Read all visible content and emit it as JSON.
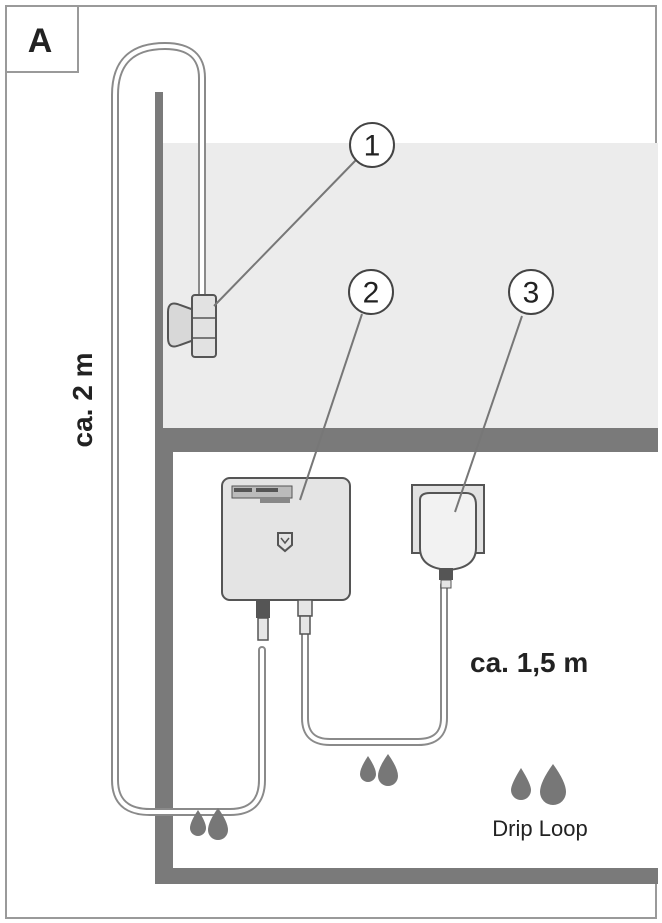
{
  "panel_label": "A",
  "callouts": [
    {
      "number": "1",
      "target": "sensor"
    },
    {
      "number": "2",
      "target": "controller"
    },
    {
      "number": "3",
      "target": "power-adapter"
    }
  ],
  "measurements": {
    "vertical_cable": "ca. 2 m",
    "horizontal_cable": "ca. 1,5 m"
  },
  "drip_loop_label": "Drip Loop",
  "icons": [
    "water-drops-icon",
    "sensor-icon",
    "controller-icon",
    "power-plug-icon"
  ]
}
